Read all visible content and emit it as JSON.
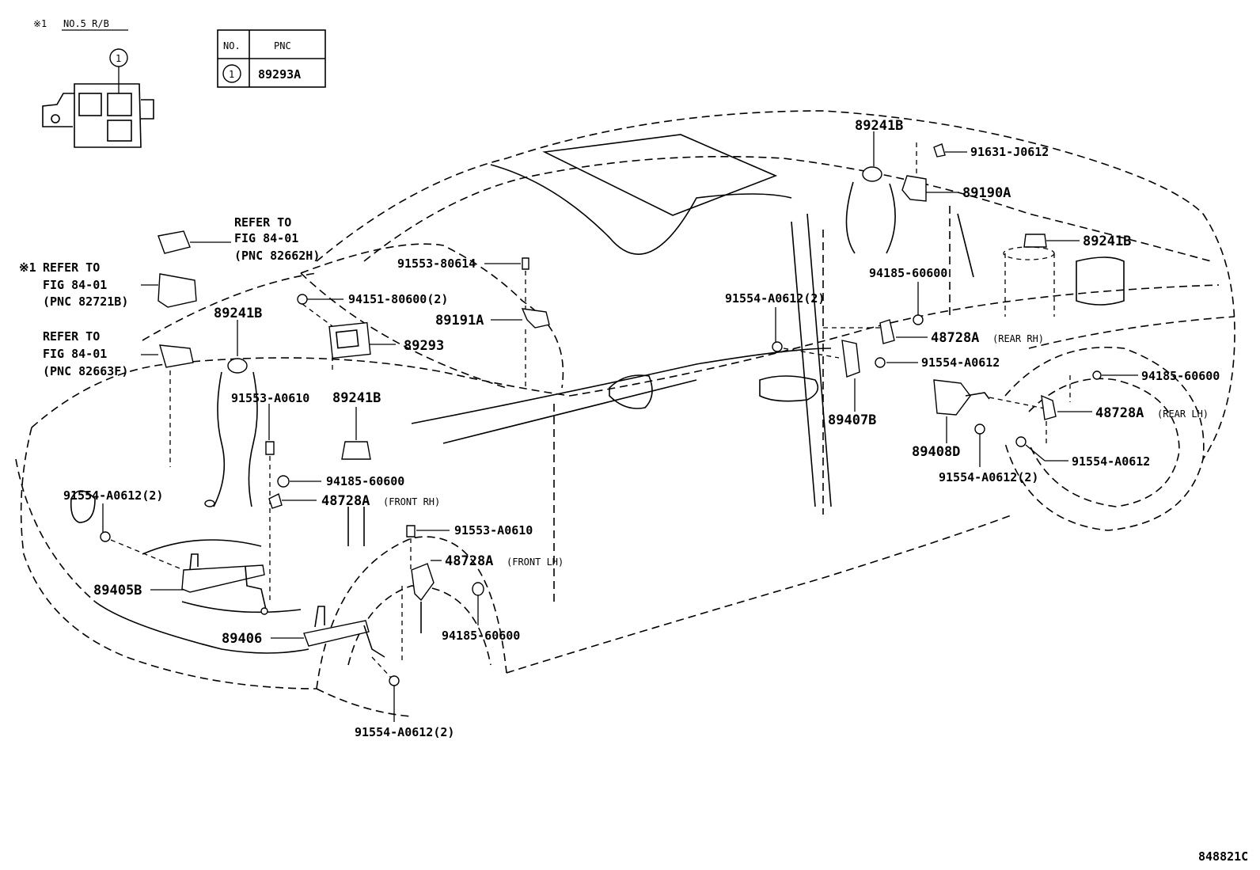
{
  "legend": {
    "symbol": "※1",
    "note": "NO.5 R/B",
    "circle_number": "1"
  },
  "pnc_table": {
    "header_no": "NO.",
    "header_pnc": "PNC",
    "row_no": "1",
    "row_pnc": "89293A"
  },
  "refs": {
    "ref1_line1": "REFER TO",
    "ref1_line2": "FIG 84-01",
    "ref1_line3": "(PNC 82662H)",
    "ref2_symbol": "※1",
    "ref2_line1": "REFER TO",
    "ref2_line2": "FIG 84-01",
    "ref2_line3": "(PNC 82721B)",
    "ref3_line1": "REFER TO",
    "ref3_line2": "FIG 84-01",
    "ref3_line3": "(PNC 82663F)"
  },
  "labels": {
    "p89241B_top": "89241B",
    "p91631": "91631-J0612",
    "p89190A": "89190A",
    "p89241B_rear": "89241B",
    "p91553_80614": "91553-80614",
    "p94151": "94151-80600(2)",
    "p89191A": "89191A",
    "p89293": "89293",
    "p89241B_front": "89241B",
    "p91553_A0610_a": "91553-A0610",
    "p89241B_mid": "89241B",
    "p94185_a": "94185-60600",
    "p48728A_frh": "48728A",
    "p48728A_frh_note": "(FRONT RH)",
    "p91554_left": "91554-A0612(2)",
    "p89405B": "89405B",
    "p91553_A0610_b": "91553-A0610",
    "p48728A_flh": "48728A",
    "p48728A_flh_note": "(FRONT LH)",
    "p89406": "89406",
    "p94185_b": "94185-60600",
    "p91554_bottom": "91554-A0612(2)",
    "p91554_door": "91554-A0612(2)",
    "p94185_rear": "94185-60600",
    "p48728A_rrh": "48728A",
    "p48728A_rrh_note": "(REAR RH)",
    "p91554_A0612_a": "91554-A0612",
    "p89407B": "89407B",
    "p94185_rlh": "94185-60600",
    "p48728A_rlh": "48728A",
    "p48728A_rlh_note": "(REAR LH)",
    "p89408D": "89408D",
    "p91554_A0612_b": "91554-A0612",
    "p91554_rear2": "91554-A0612(2)"
  },
  "figure_id": "848821C"
}
